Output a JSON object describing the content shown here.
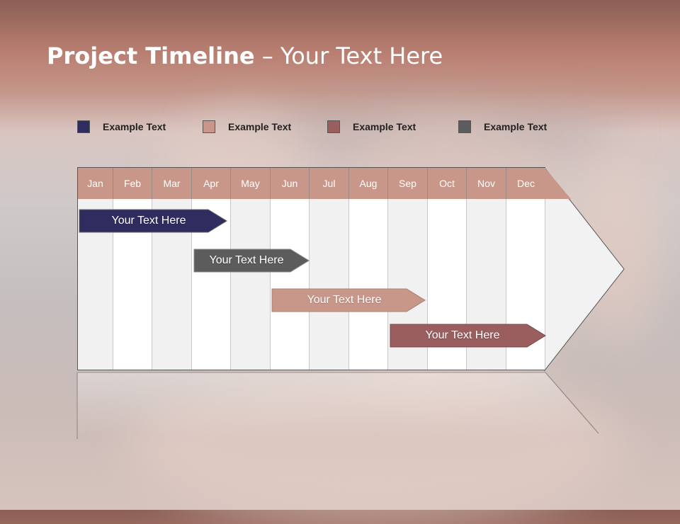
{
  "title": {
    "bold": "Project Timeline",
    "rest": " – Your Text Here"
  },
  "legend": [
    {
      "label": "Example Text",
      "color": "#2f2d60"
    },
    {
      "label": "Example Text",
      "color": "#c9978a"
    },
    {
      "label": "Example Text",
      "color": "#9a5e5e"
    },
    {
      "label": "Example Text",
      "color": "#5c5c5c"
    }
  ],
  "months": [
    "Jan",
    "Feb",
    "Mar",
    "Apr",
    "May",
    "Jun",
    "Jul",
    "Aug",
    "Sep",
    "Oct",
    "Nov",
    "Dec"
  ],
  "tasks": [
    {
      "label": "Your  Text Here",
      "color": "#2f2d60"
    },
    {
      "label": "Your  Text Here",
      "color": "#5c5c5c"
    },
    {
      "label": "Your  Text Here",
      "color": "#c9978a"
    },
    {
      "label": "Your  Text Here",
      "color": "#9a5e5e"
    }
  ],
  "colors": {
    "header": "#c9978a",
    "title": "#ffffff"
  }
}
